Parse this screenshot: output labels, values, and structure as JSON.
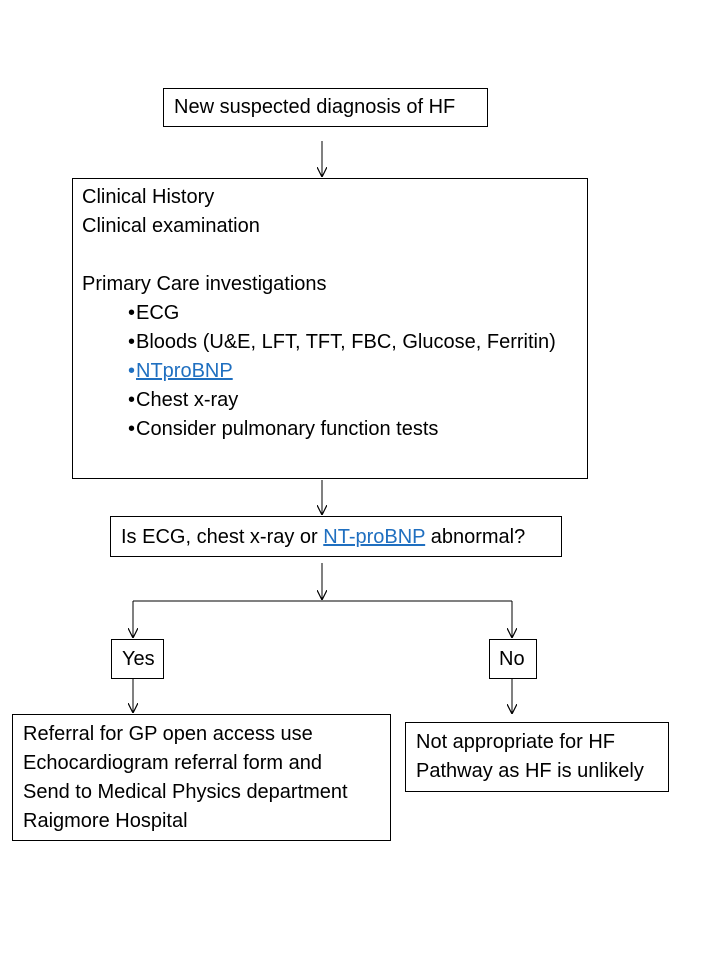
{
  "start": {
    "text": "New suspected diagnosis of HF"
  },
  "assessment": {
    "lines": [
      "Clinical History",
      "Clinical examination"
    ],
    "heading": "Primary Care investigations",
    "bullet_char": "•",
    "items": [
      "ECG",
      "Bloods (U&E, LFT, TFT, FBC, Glucose, Ferritin)",
      "NTproBNP",
      "Chest x-ray",
      "Consider pulmonary function tests"
    ]
  },
  "question": {
    "prefix": "Is ECG, chest x-ray or ",
    "link": "NT-proBNP",
    "suffix": " abnormal?"
  },
  "yes": {
    "label": "Yes"
  },
  "no": {
    "label": "No"
  },
  "yes_outcome": {
    "lines": [
      "Referral for GP open access use",
      "Echocardiogram referral form and",
      "Send to Medical Physics department",
      "Raigmore Hospital"
    ]
  },
  "no_outcome": {
    "lines": [
      "Not appropriate for HF",
      "Pathway as HF is unlikely"
    ]
  },
  "colors": {
    "link": "#1f6fc0",
    "border": "#000000"
  }
}
